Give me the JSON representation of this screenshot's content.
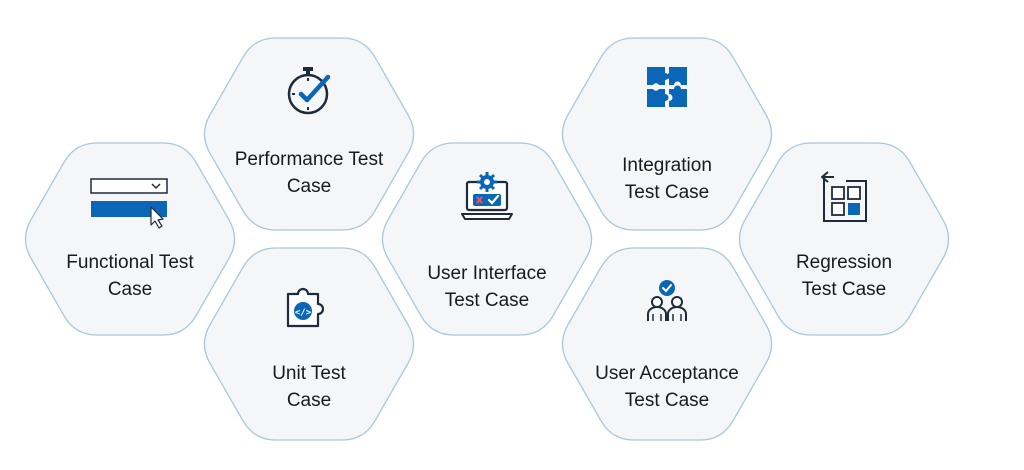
{
  "colors": {
    "hex_fill": "#f4f6f8",
    "hex_stroke": "#a9c7da",
    "icon_blue": "#0b66b8",
    "icon_dark": "#1f2a3a",
    "text": "#1a1a1a"
  },
  "nodes": [
    {
      "id": "functional",
      "icon": "dropdown-form-icon",
      "label": [
        "Functional Test",
        "Case"
      ]
    },
    {
      "id": "performance",
      "icon": "stopwatch-check-icon",
      "label": [
        "Performance Test",
        "Case"
      ]
    },
    {
      "id": "unit",
      "icon": "puzzle-code-icon",
      "label": [
        "Unit Test",
        "Case"
      ]
    },
    {
      "id": "ui",
      "icon": "laptop-gear-icon",
      "label": [
        "User Interface",
        "Test Case"
      ]
    },
    {
      "id": "integration",
      "icon": "puzzle-pieces-icon",
      "label": [
        "Integration",
        "Test Case"
      ]
    },
    {
      "id": "uat",
      "icon": "users-check-icon",
      "label": [
        "User Acceptance",
        "Test Case"
      ]
    },
    {
      "id": "regression",
      "icon": "regression-grid-icon",
      "label": [
        "Regression",
        "Test Case"
      ]
    }
  ]
}
